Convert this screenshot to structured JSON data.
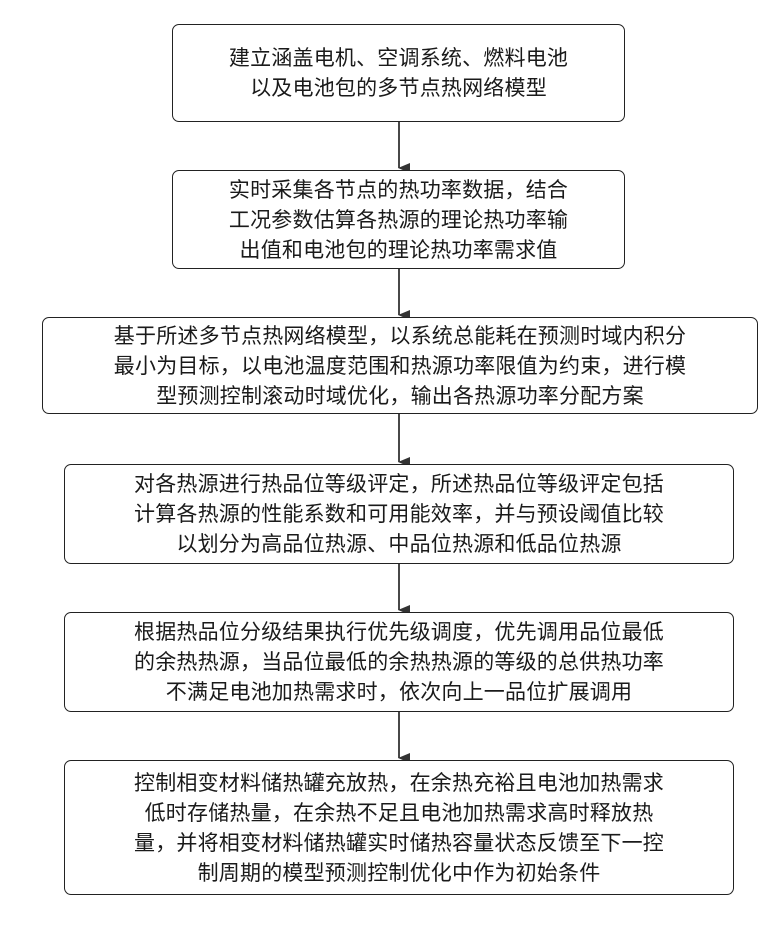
{
  "steps": [
    {
      "lines": [
        "建立涵盖电机、空调系统、燃料电池",
        "以及电池包的多节点热网络模型"
      ]
    },
    {
      "lines": [
        "实时采集各节点的热功率数据，结合",
        "工况参数估算各热源的理论热功率输",
        "出值和电池包的理论热功率需求值"
      ]
    },
    {
      "lines": [
        "基于所述多节点热网络模型，以系统总能耗在预测时域内积分",
        "最小为目标，以电池温度范围和热源功率限值为约束，进行模",
        "型预测控制滚动时域优化，输出各热源功率分配方案"
      ]
    },
    {
      "lines": [
        "对各热源进行热品位等级评定，所述热品位等级评定包括",
        "计算各热源的性能系数和可用能效率，并与预设阈值比较",
        "以划分为高品位热源、中品位热源和低品位热源"
      ]
    },
    {
      "lines": [
        "根据热品位分级结果执行优先级调度，优先调用品位最低",
        "的余热热源，当品位最低的余热热源的等级的总供热功率",
        "不满足电池加热需求时，依次向上一品位扩展调用"
      ]
    },
    {
      "lines": [
        "控制相变材料储热罐充放热，在余热充裕且电池加热需求",
        "低时存储热量，在余热不足且电池加热需求高时释放热",
        "量，并将相变材料储热罐实时储热容量状态反馈至下一控",
        "制周期的模型预测控制优化中作为初始条件"
      ]
    }
  ]
}
